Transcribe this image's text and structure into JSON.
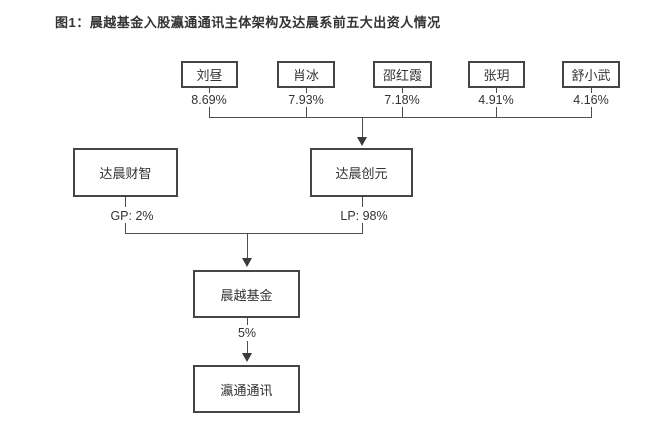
{
  "figure": {
    "title": "图1：晨越基金入股瀛通通讯主体架构及达晨系前五大出资人情况"
  },
  "colors": {
    "box_border": "#454545",
    "connector": "#4d4d4d",
    "text": "#333333"
  },
  "top_investors": [
    {
      "name": "刘昼",
      "pct": "8.69%"
    },
    {
      "name": "肖冰",
      "pct": "7.93%"
    },
    {
      "name": "邵红霞",
      "pct": "7.18%"
    },
    {
      "name": "张玥",
      "pct": "4.91%"
    },
    {
      "name": "舒小武",
      "pct": "4.16%"
    }
  ],
  "middle": {
    "gp": {
      "name": "达晨财智",
      "label": "GP: 2%"
    },
    "lp": {
      "name": "达晨创元",
      "label": "LP: 98%"
    }
  },
  "fund": {
    "name": "晨越基金",
    "stake": "5%"
  },
  "target": {
    "name": "瀛通通讯"
  }
}
